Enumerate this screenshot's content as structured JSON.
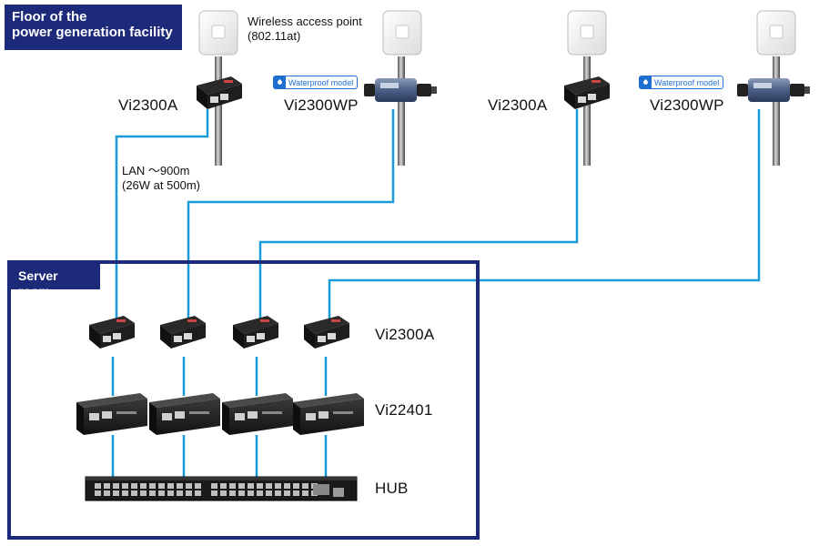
{
  "facility": {
    "title_line1": "Floor of the",
    "title_line2": "power generation facility",
    "ap_label_line1": "Wireless access point",
    "ap_label_line2": "(802.11at)",
    "lan_label_line1": "LAN ～900m",
    "lan_label_line2": "(26W at 500m)"
  },
  "sites": [
    {
      "device": "Vi2300A",
      "waterproof": false
    },
    {
      "device": "Vi2300WP",
      "waterproof": true,
      "badge": "Waterproof model"
    },
    {
      "device": "Vi2300A",
      "waterproof": false
    },
    {
      "device": "Vi2300WP",
      "waterproof": true,
      "badge": "Waterproof model"
    }
  ],
  "server_room": {
    "title": "Server room",
    "row_labels": {
      "extender": "Vi2300A",
      "injector": "Vi22401",
      "hub": "HUB"
    }
  },
  "colors": {
    "cable": "#1a9bd8",
    "frame": "#1d2a7a",
    "waterproof": "#1e6fd0"
  }
}
